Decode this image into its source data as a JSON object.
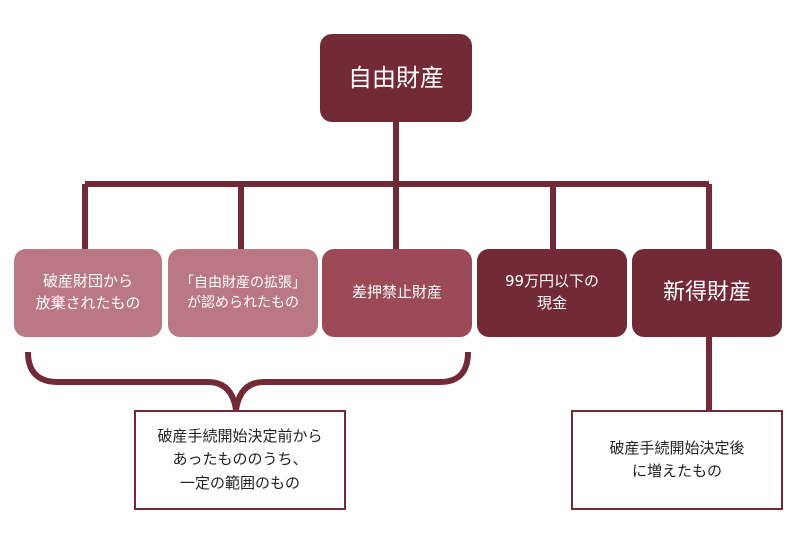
{
  "colors": {
    "line": "#722a37",
    "dark": "#722a37",
    "medium": "#9c4a58",
    "light": "#b97884"
  },
  "root": {
    "label": "自由財産"
  },
  "children": [
    {
      "label": "破産財団から\n放棄されたもの",
      "tone": "light"
    },
    {
      "label": "「自由財産の拡張」\nが認められたもの",
      "tone": "light"
    },
    {
      "label": "差押禁止財産",
      "tone": "medium"
    },
    {
      "label": "99万円以下の\n現金",
      "tone": "dark"
    },
    {
      "label": "新得財産",
      "tone": "dark"
    }
  ],
  "notes": {
    "group_note": "破産手続開始決定前から\nあったもののうち、\n一定の範囲のもの",
    "new_note": "破産手続開始決定後\nに増えたもの"
  }
}
